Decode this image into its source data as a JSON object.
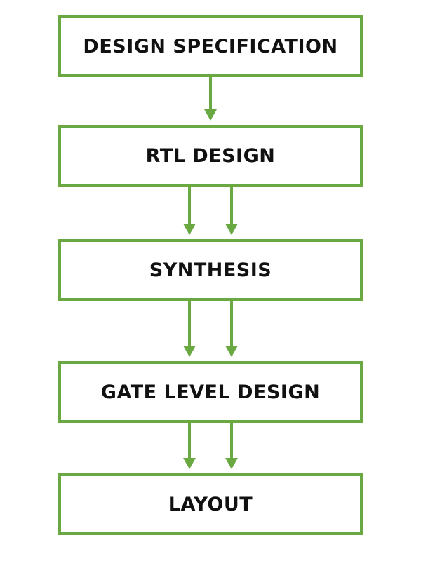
{
  "diagram": {
    "colors": {
      "accent": "#6aa842",
      "text": "#111111",
      "background": "#ffffff"
    },
    "steps": [
      {
        "label": "DESIGN SPECIFICATION"
      },
      {
        "label": "RTL DESIGN"
      },
      {
        "label": "SYNTHESIS"
      },
      {
        "label": "GATE LEVEL DESIGN"
      },
      {
        "label": "LAYOUT"
      }
    ],
    "connections": [
      {
        "from": 0,
        "to": 1,
        "arrow_count": 1
      },
      {
        "from": 1,
        "to": 2,
        "arrow_count": 2
      },
      {
        "from": 2,
        "to": 3,
        "arrow_count": 2
      },
      {
        "from": 3,
        "to": 4,
        "arrow_count": 2
      }
    ]
  }
}
